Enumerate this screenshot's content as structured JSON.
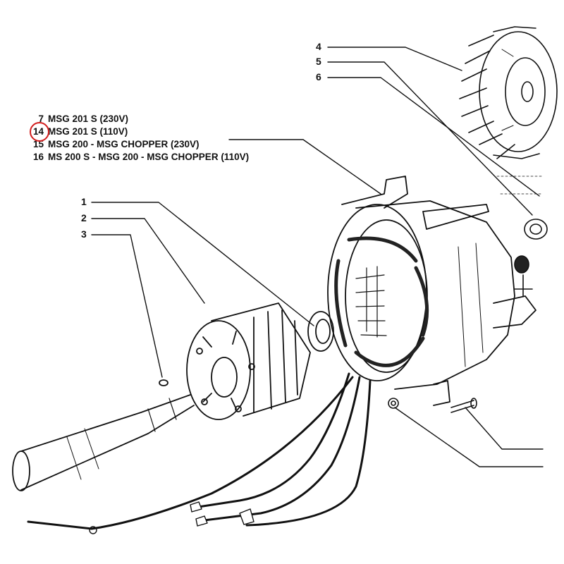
{
  "legend": [
    {
      "code": "7",
      "text": "MSG 201 S (230V)"
    },
    {
      "code": "14",
      "text": "MSG 201 S (110V)"
    },
    {
      "code": "15",
      "text": "MSG 200 - MSG CHOPPER (230V)"
    },
    {
      "code": "16",
      "text": "MS 200 S - MSG 200 - MSG CHOPPER (110V)"
    }
  ],
  "highlighted_code": "14",
  "highlight_color": "#d21e1e",
  "callouts": [
    "1",
    "2",
    "3",
    "4",
    "5",
    "6"
  ]
}
